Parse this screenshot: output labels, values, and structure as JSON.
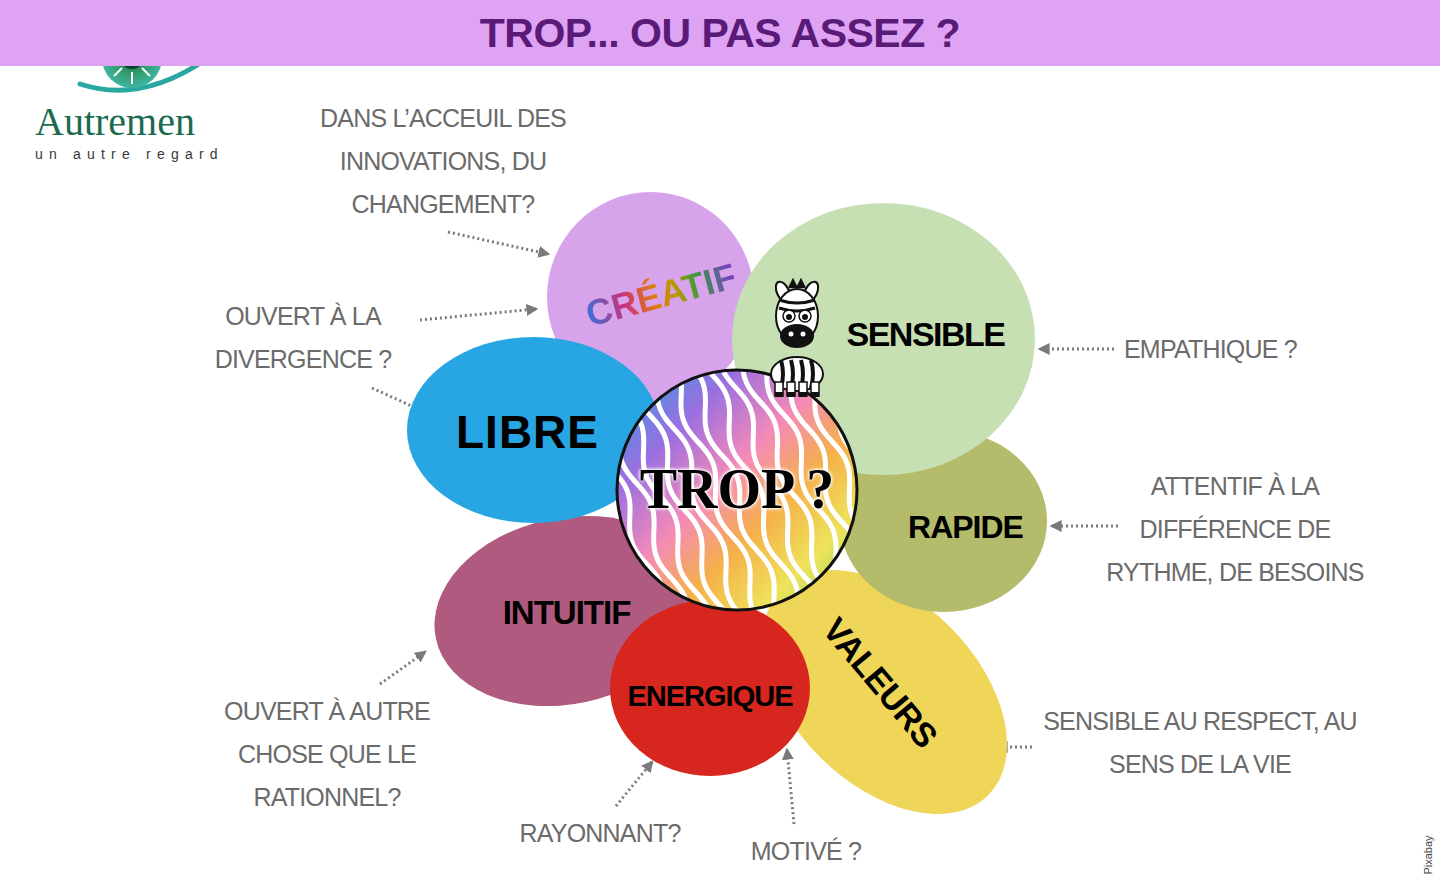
{
  "diagram": {
    "title": "TROP... OU PAS ASSEZ ?",
    "nodes": [
      {
        "text": [
          "CRÉATIF"
        ]
      },
      {
        "text": [
          "SENSIBLE"
        ]
      },
      {
        "text": [
          "LIBRE"
        ]
      },
      {
        "text": [
          "TROP ?"
        ]
      },
      {
        "text": [
          "RAPIDE"
        ]
      },
      {
        "text": [
          "INTUITIF"
        ]
      },
      {
        "text": [
          "VALEURS"
        ]
      },
      {
        "text": [
          "ENERGIQUE"
        ]
      }
    ],
    "labels": [
      "Autremen",
      "un autre regard",
      "DANS L’ACCEUIL DES INNOVATIONS, DU CHANGEMENT?",
      "OUVERT À LA DIVERGENCE ?",
      "EMPATHIQUE ?",
      "ATTENTIF À LA DIFFÉRENCE DE RYTHME, DE BESOINS",
      "SENSIBLE AU RESPECT, AU SENS DE LA VIE",
      "OUVERT À AUTRE CHOSE QUE LE RATIONNEL?",
      "RAYONNANT?",
      "MOTIVÉ ?",
      "Pixabay"
    ]
  }
}
